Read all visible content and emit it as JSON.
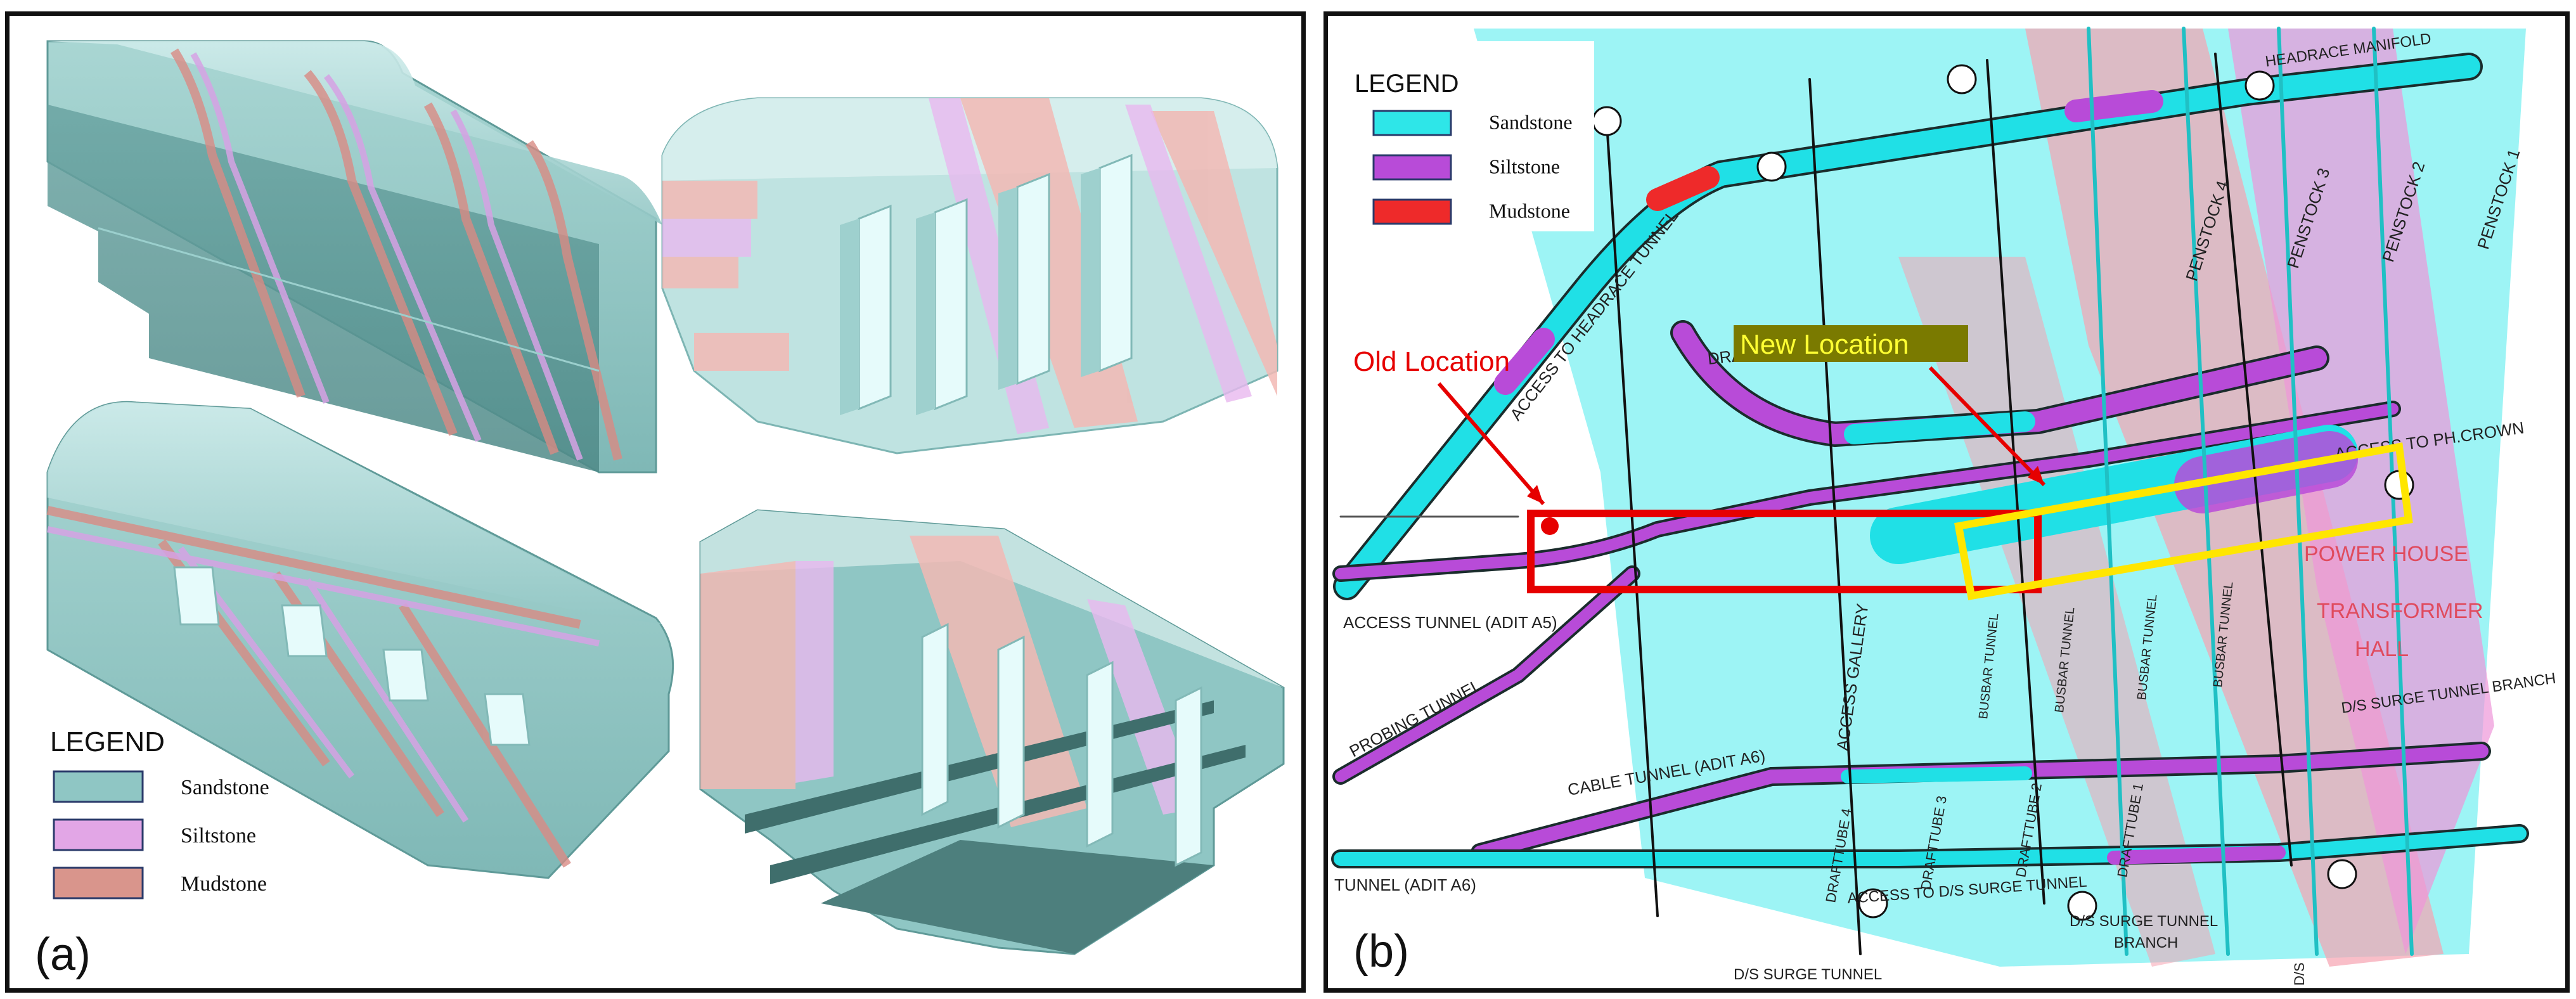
{
  "panel_a": {
    "panel_label": "(a)",
    "legend": {
      "title": "LEGEND",
      "items": [
        {
          "label": "Sandstone",
          "color": "#8fc6c4"
        },
        {
          "label": "Siltstone",
          "color": "#e2a6e6"
        },
        {
          "label": "Mudstone",
          "color": "#d9958c"
        }
      ]
    }
  },
  "panel_b": {
    "panel_label": "(b)",
    "legend": {
      "title": "LEGEND",
      "items": [
        {
          "label": "Sandstone",
          "color": "#2ee6e8"
        },
        {
          "label": "Siltstone",
          "color": "#b84bd8"
        },
        {
          "label": "Mudstone",
          "color": "#ee2a2a"
        }
      ]
    },
    "callouts": {
      "old_location": "Old Location",
      "new_location": "New Location"
    },
    "map_labels": {
      "access_headrace": "ACCESS TO HEADRACE TUNNEL",
      "headrace_manifold": "HEADRACE MANIFOLD",
      "drainage_gallery": "DRAINAGE GALLERY",
      "access_ph_crown": "ACCESS TO PH.CROWN",
      "power_house": "POWER HOUSE",
      "transformer": "TRANSFORMER",
      "hall": "HALL",
      "access_tunnel_a5": "ACCESS TUNNEL (ADIT A5)",
      "probing_tunnel": "PROBING TUNNEL",
      "cable_tunnel": "CABLE TUNNEL (ADIT A6)",
      "tunnel_a6": "TUNNEL (ADIT A6)",
      "access_gallery": "ACCESS GALLERY",
      "access_ds_surge": "ACCESS TO D/S SURGE TUNNEL",
      "ds_surge_branch_1": "D/S SURGE TUNNEL",
      "ds_surge_branch_2": "BRANCH",
      "ds_surge_tunnel": "D/S SURGE TUNNEL",
      "ds_surge_tunnel_branch": "D/S SURGE TUNNEL BRANCH",
      "ds_vertical": "D/S",
      "penstock_1": "PENSTOCK 1",
      "penstock_2": "PENSTOCK 2",
      "penstock_3": "PENSTOCK 3",
      "penstock_4": "PENSTOCK 4",
      "drafttube_1": "DRAFTTUBE 1",
      "drafttube_2": "DRAFTTUBE 2",
      "drafttube_3": "DRAFTTUBE 3",
      "drafttube_4": "DRAFTTUBE 4",
      "busbar_1": "BUSBAR TUNNEL",
      "busbar_2": "BUSBAR TUNNEL",
      "busbar_3": "BUSBAR TUNNEL",
      "busbar_4": "BUSBAR TUNNEL"
    },
    "highlight_colors": {
      "old": "#e60000",
      "new": "#ffe600",
      "new_label_bg": "#7a7a00",
      "new_label_text": "#ffff33"
    }
  }
}
